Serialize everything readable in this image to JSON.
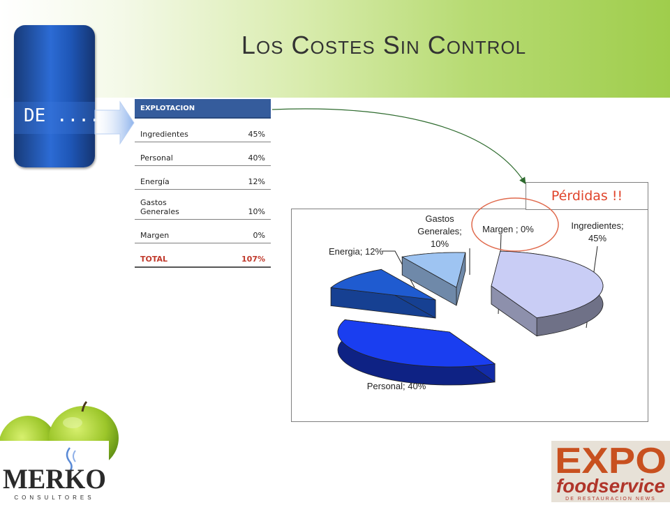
{
  "title": {
    "first_letters": [
      "L",
      "C",
      "S",
      "C"
    ],
    "rest": [
      "OS",
      "OSTES",
      "IN",
      "ONTROL"
    ]
  },
  "badge": {
    "label": "DE ......"
  },
  "table": {
    "header": "EXPLOTACION",
    "rows": [
      {
        "label": "Ingredientes",
        "value": "45%"
      },
      {
        "label": "Personal",
        "value": "40%"
      },
      {
        "label": "Energía",
        "value": "12%"
      },
      {
        "label_line1": "Gastos",
        "label_line2": "Generales",
        "value": "10%"
      },
      {
        "label": "Margen",
        "value": "0%"
      }
    ],
    "total": {
      "label": "TOTAL",
      "value": "107%"
    }
  },
  "callout": {
    "text": "Pérdidas !!"
  },
  "chart_data": {
    "type": "pie",
    "title": "",
    "slices": [
      {
        "name": "Ingredientes",
        "value": 45,
        "color": "#c9cdf5"
      },
      {
        "name": "Personal",
        "value": 40,
        "color": "#1a3ef0"
      },
      {
        "name": "Energia",
        "value": 12,
        "color": "#1f5bd0"
      },
      {
        "name": "Gastos Generales",
        "value": 10,
        "color": "#9ec4f2"
      },
      {
        "name": "Margen",
        "value": 0,
        "color": "#ffffff"
      }
    ],
    "labels": {
      "ingredientes": [
        "Ingredientes;",
        "45%"
      ],
      "personal": "Personal; 40%",
      "energia": "Energia; 12%",
      "gastos": [
        "Gastos",
        "Generales;",
        "10%"
      ],
      "margen": "Margen ; 0%"
    }
  },
  "logos": {
    "merko": {
      "name": "MERKO",
      "sub": "CONSULTORES"
    },
    "expo": {
      "line1": "EXPO",
      "line2": "foodservice",
      "line3": "DE RESTAURACION NEWS"
    }
  },
  "colors": {
    "accent_green": "#9fcd4c",
    "badge_blue": "#2c6bd4",
    "table_header": "#355c9c",
    "loss_red": "#e0442b"
  }
}
